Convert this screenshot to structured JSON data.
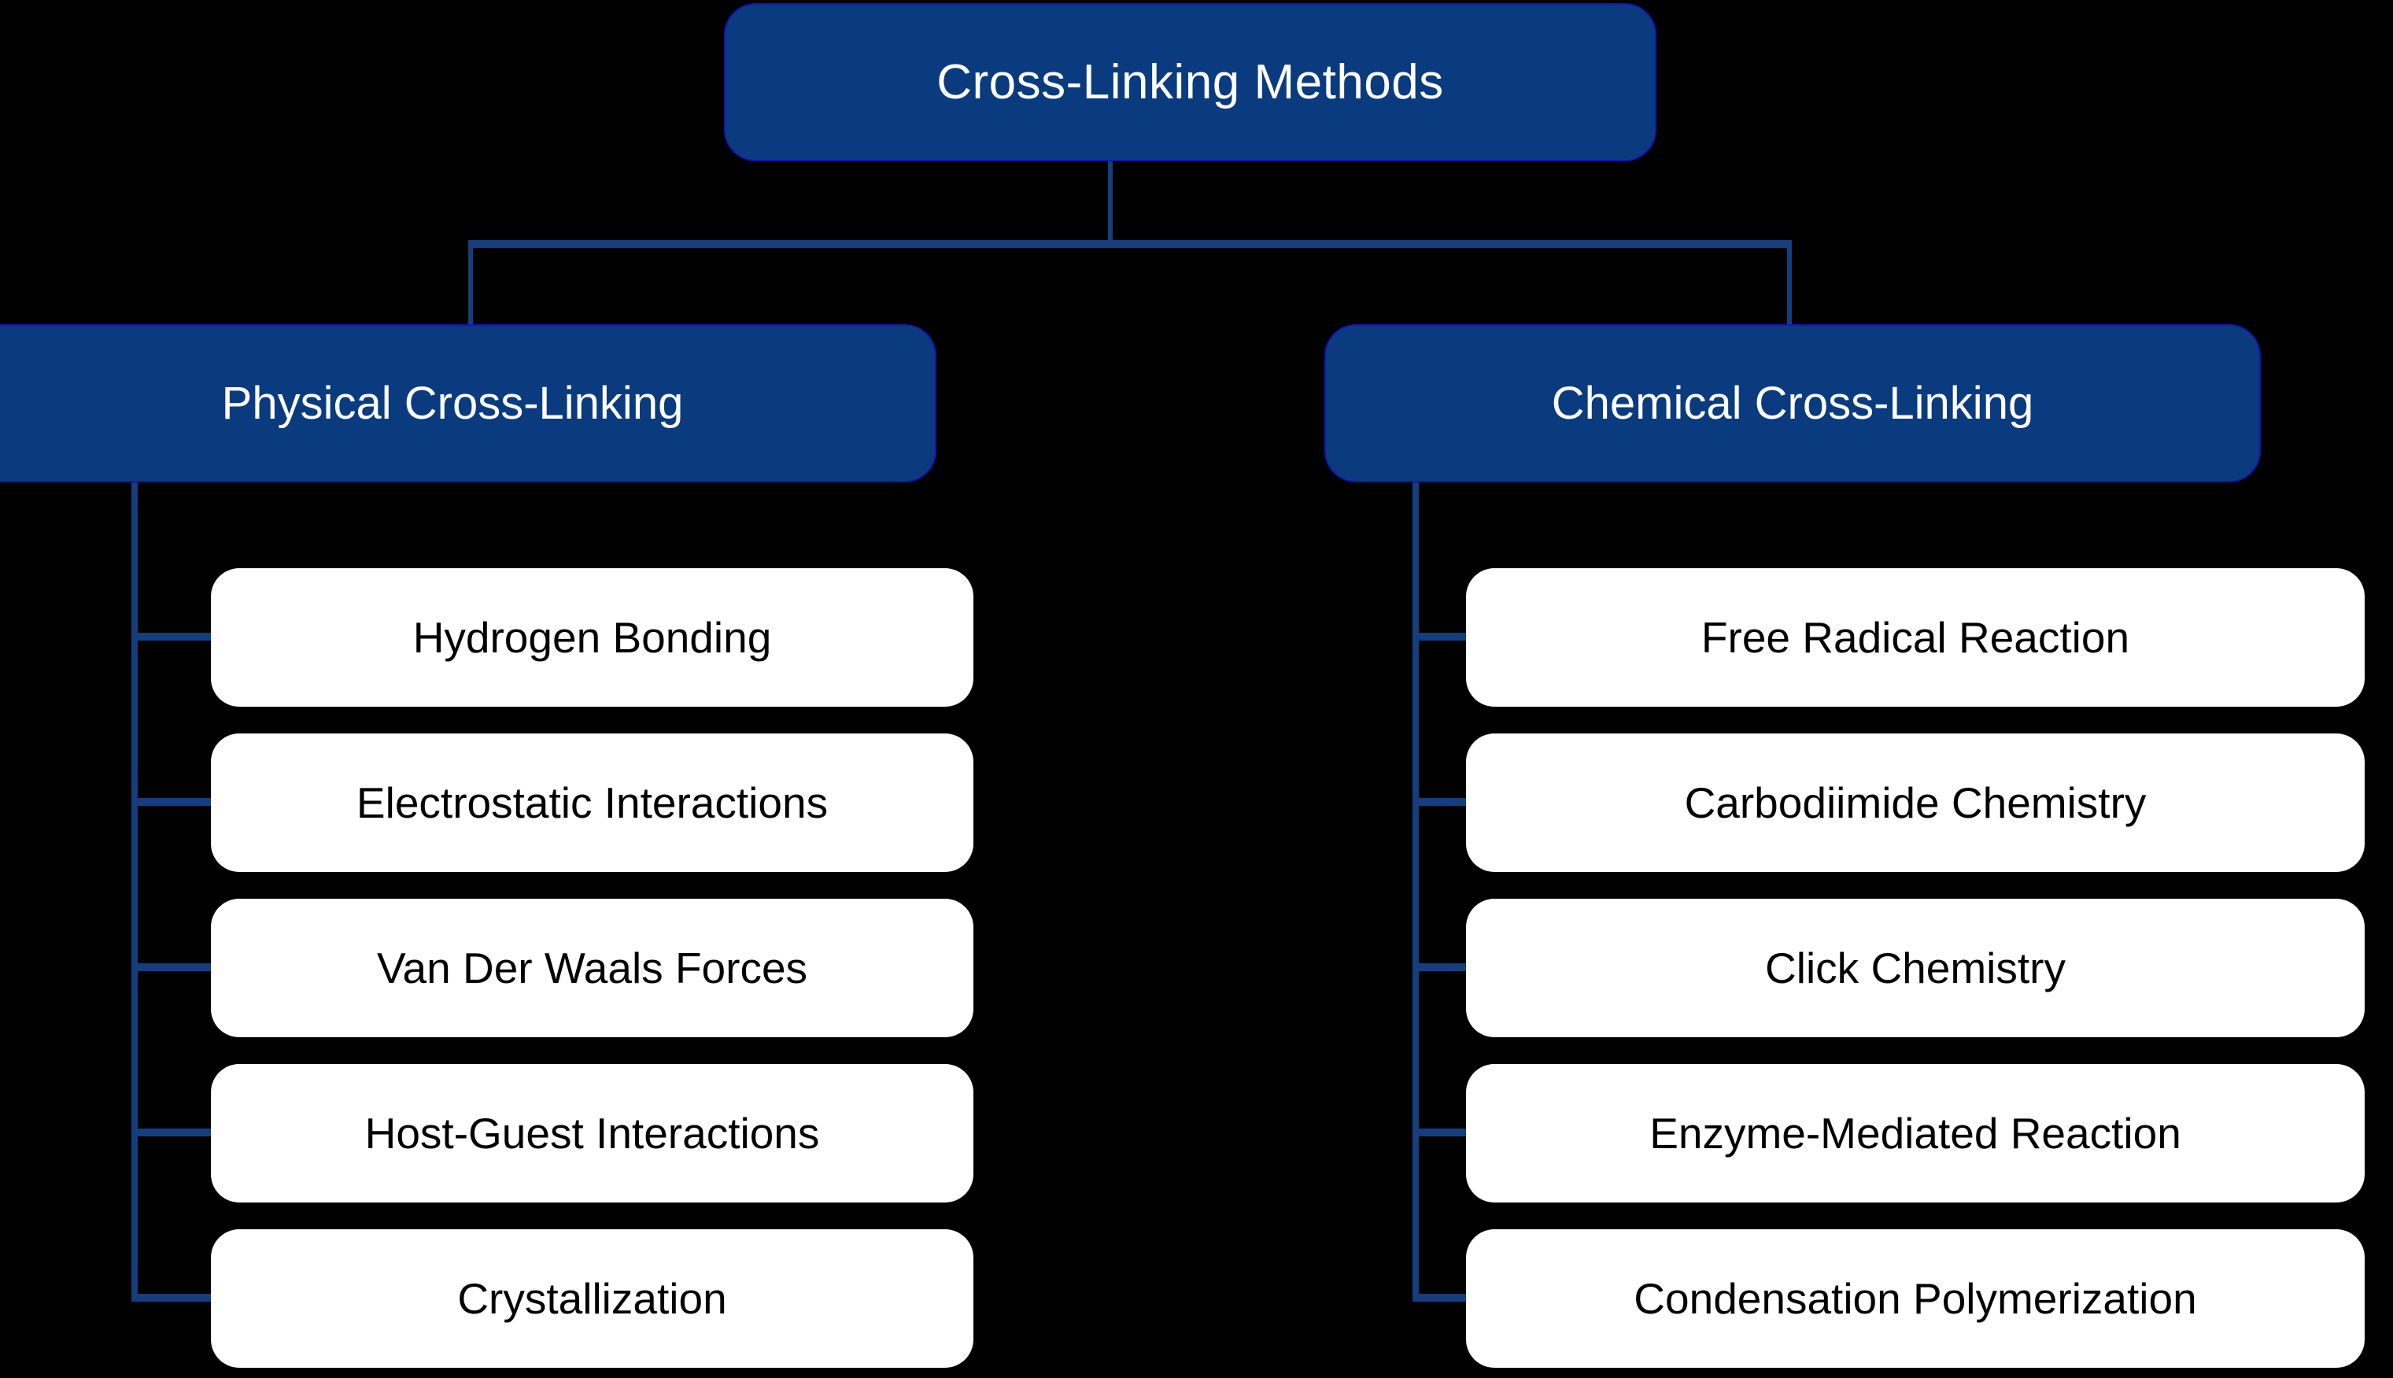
{
  "diagram": {
    "title": "Cross-Linking Methods",
    "type": "hierarchy-tree",
    "colors": {
      "background": "#000000",
      "branch_fill": "#0B3B7F",
      "branch_border": "#1414B4",
      "branch_text": "#FFFFFF",
      "leaf_fill": "#FFFFFF",
      "leaf_text": "#000000",
      "connector": "#143E7D"
    },
    "root": {
      "label": "Cross-Linking Methods"
    },
    "branches": [
      {
        "label": "Physical Cross-Linking",
        "children": [
          {
            "label": "Hydrogen Bonding"
          },
          {
            "label": "Electrostatic Interactions"
          },
          {
            "label": "Van Der Waals Forces"
          },
          {
            "label": "Host-Guest Interactions"
          },
          {
            "label": "Crystallization"
          }
        ]
      },
      {
        "label": "Chemical Cross-Linking",
        "children": [
          {
            "label": "Free Radical Reaction"
          },
          {
            "label": "Carbodiimide Chemistry"
          },
          {
            "label": "Click Chemistry"
          },
          {
            "label": "Enzyme-Mediated Reaction"
          },
          {
            "label": "Condensation Polymerization"
          }
        ]
      }
    ]
  }
}
